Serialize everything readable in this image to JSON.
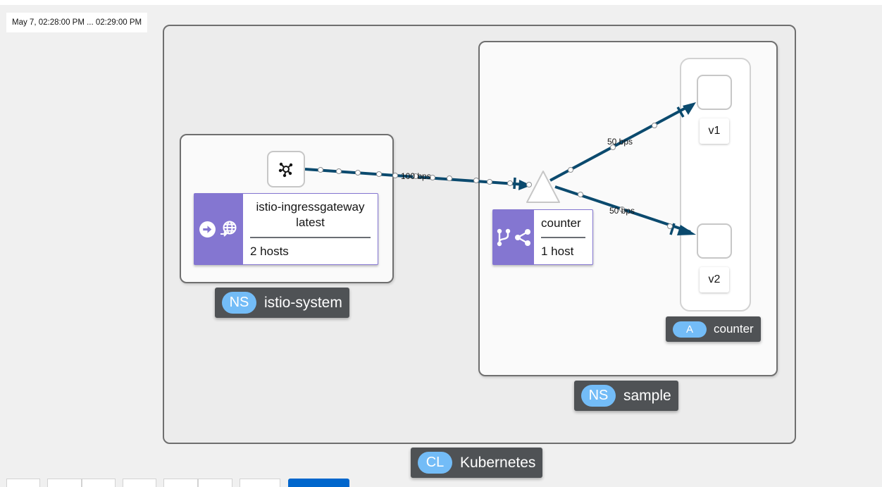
{
  "time_range": "May 7, 02:28:00 PM ... 02:29:00 PM",
  "cluster": {
    "badge": "CL",
    "name": "Kubernetes"
  },
  "namespaces": {
    "istio_system": {
      "badge": "NS",
      "name": "istio-system"
    },
    "sample": {
      "badge": "NS",
      "name": "sample"
    }
  },
  "app_group": {
    "badge": "A",
    "name": "counter"
  },
  "gateway_card": {
    "title_line1": "istio-ingressgateway",
    "title_line2": "latest",
    "hosts": "2 hosts",
    "icons": [
      "arrow-right-circle-icon",
      "globe-icon"
    ]
  },
  "service_card": {
    "title": "counter",
    "hosts": "1 host",
    "icons": [
      "code-branch-icon",
      "share-icon"
    ]
  },
  "versions": [
    "v1",
    "v2"
  ],
  "edges": [
    {
      "from": "istio-ingressgateway",
      "to": "counter",
      "label": "100 bps"
    },
    {
      "from": "counter",
      "to": "v1",
      "label": "50 bps"
    },
    {
      "from": "counter",
      "to": "v2",
      "label": "50 bps"
    }
  ],
  "colors": {
    "edge": "#0b4a6e",
    "card_accent": "#8476d1",
    "badge": "#73bcf7",
    "label_bg": "#4f5255",
    "primary_button": "#0066cc"
  }
}
